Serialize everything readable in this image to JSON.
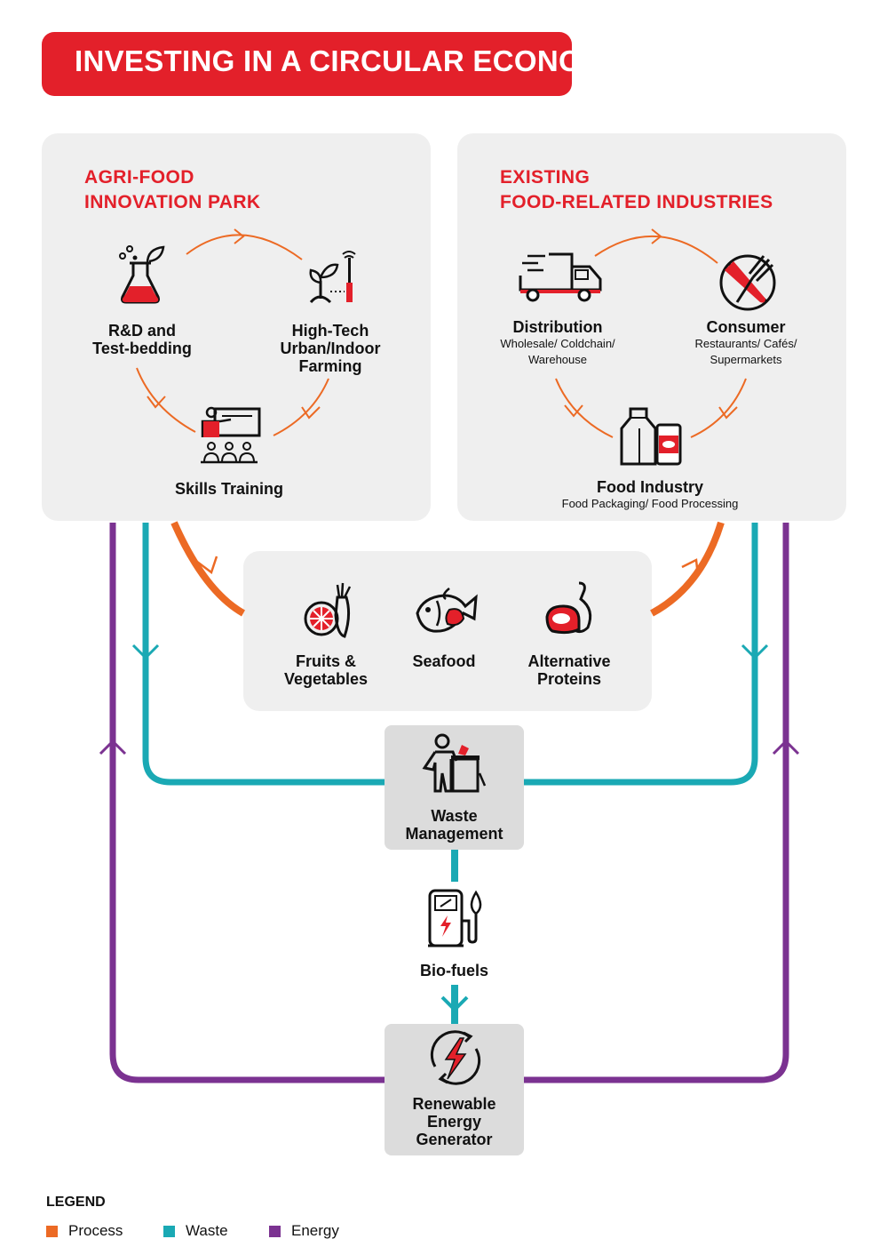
{
  "title": "INVESTING IN A CIRCULAR ECONOMY",
  "agri_panel": {
    "heading_line1": "AGRI-FOOD",
    "heading_line2": "INNOVATION PARK",
    "rd": {
      "line1": "R&D and",
      "line2": "Test-bedding"
    },
    "farming": {
      "line1": "High-Tech",
      "line2": "Urban/Indoor",
      "line3": "Farming"
    },
    "training": "Skills Training"
  },
  "industry_panel": {
    "heading_line1": "EXISTING",
    "heading_line2": "FOOD-RELATED INDUSTRIES",
    "distribution": {
      "label": "Distribution",
      "sub1": "Wholesale/ Coldchain/",
      "sub2": "Warehouse"
    },
    "consumer": {
      "label": "Consumer",
      "sub1": "Restaurants/ Cafés/",
      "sub2": "Supermarkets"
    },
    "food_industry": {
      "label": "Food Industry",
      "sub": "Food Packaging/ Food Processing"
    }
  },
  "products": {
    "fruits": {
      "line1": "Fruits &",
      "line2": "Vegetables"
    },
    "seafood": "Seafood",
    "proteins": {
      "line1": "Alternative",
      "line2": "Proteins"
    }
  },
  "waste": {
    "line1": "Waste",
    "line2": "Management"
  },
  "biofuels": "Bio-fuels",
  "energy": {
    "line1": "Renewable",
    "line2": "Energy",
    "line3": "Generator"
  },
  "legend": {
    "heading": "LEGEND",
    "items": [
      {
        "label": "Process",
        "color": "#ec6a24"
      },
      {
        "label": "Waste",
        "color": "#1aa9b4"
      },
      {
        "label": "Energy",
        "color": "#7b3291"
      }
    ]
  },
  "colors": {
    "accent_red": "#e3202a",
    "process": "#ec6a24",
    "waste": "#1aa9b4",
    "energy": "#7b3291",
    "panel": "#efefef"
  },
  "icons": [
    "flask-icon",
    "plant-sensor-icon",
    "training-icon",
    "truck-icon",
    "no-cutlery-icon",
    "food-package-icon",
    "fruit-vegetable-icon",
    "fish-shrimp-icon",
    "meat-protein-icon",
    "waste-bin-person-icon",
    "biofuel-pump-icon",
    "renewable-energy-icon"
  ]
}
